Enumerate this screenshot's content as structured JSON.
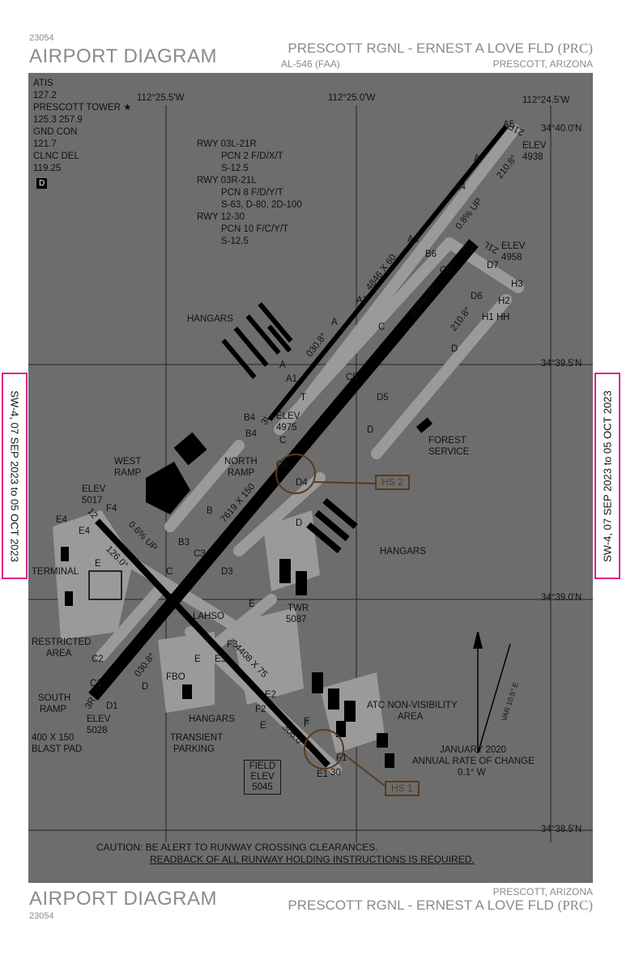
{
  "header": {
    "chart_number": "23054",
    "diagram_title": "AIRPORT DIAGRAM",
    "airport_name": "PRESCOTT RGNL - ERNEST A LOVE FLD",
    "airport_id": "(PRC)",
    "faa_id": "AL-546 (FAA)",
    "city": "PRESCOTT, ARIZONA"
  },
  "footer": {
    "diagram_title": "AIRPORT DIAGRAM",
    "chart_number": "23054",
    "city": "PRESCOTT, ARIZONA",
    "airport_name": "PRESCOTT RGNL - ERNEST A LOVE FLD",
    "airport_id": "(PRC)"
  },
  "validity": {
    "left": "SW-4,  07 SEP 2023  to  05 OCT 2023",
    "right": "SW-4,  07 SEP 2023  to  05 OCT 2023"
  },
  "frequencies": {
    "atis_label": "ATIS",
    "atis": "127.2",
    "tower_label": "PRESCOTT TOWER ★",
    "tower": "125.3  257.9",
    "gnd_label": "GND CON",
    "gnd": "121.7",
    "clnc_label": "CLNC DEL",
    "clnc": "119.25",
    "d_badge": "D"
  },
  "longitudes": [
    "112°25.5'W",
    "112°25.0'W",
    "112°24.5'W"
  ],
  "latitudes": [
    "34°40.0'N",
    "34°39.5'N",
    "34°39.0'N",
    "34°38.5'N"
  ],
  "pcn": {
    "r1": "RWY 03L-21R",
    "r1a": "PCN 2 F/D/X/T",
    "r1b": "S-12.5",
    "r2": "RWY 03R-21L",
    "r2a": "PCN 8 F/D/Y/T",
    "r2b": "S-63, D-80, 2D-100",
    "r3": "RWY 12-30",
    "r3a": "PCN 10 F/C/Y/T",
    "r3b": "S-12.5"
  },
  "runway_labels": {
    "rwy_21r": "21R",
    "rwy_21l": "21L",
    "rwy_3l": "3L",
    "rwy_3r": "3R",
    "rwy_12": "12",
    "rwy_30": "30",
    "dim_03l": "4846 X 60",
    "dim_03r": "7619 X 150",
    "dim_12": "4408 X 75",
    "hdg_030a": "030.8°",
    "hdg_030b": "030.8°",
    "hdg_210a": "210.8°",
    "hdg_210b": "210.8°",
    "hdg_126": "126.0°",
    "hdg_306": "306.0°",
    "slope_08": "0.8% UP",
    "slope_09": "0.9% UP",
    "slope_06": "0.6% UP"
  },
  "elevations": {
    "e21r_label": "ELEV",
    "e21r": "4938",
    "e21l_label": "ELEV",
    "e21l": "4958",
    "e3l_label": "ELEV",
    "e3l": "4975",
    "e12_label": "ELEV",
    "e12": "5017",
    "e3r_label": "ELEV",
    "e3r": "5028",
    "field_label1": "FIELD",
    "field_label2": "ELEV",
    "field": "5045"
  },
  "taxiways": [
    "A5",
    "A",
    "A4",
    "A3",
    "A2",
    "A",
    "A1",
    "T",
    "A",
    "B6",
    "C6",
    "C7",
    "C",
    "C5",
    "C4",
    "C",
    "D7",
    "D6",
    "D",
    "D5",
    "D4",
    "D",
    "H3",
    "H2",
    "H1",
    "H",
    "B4",
    "B4",
    "B",
    "B3",
    "C3",
    "C",
    "D3",
    "LAHSO",
    "E4",
    "E3",
    "E2",
    "E1",
    "F",
    "F1",
    "F2",
    "F3",
    "F4",
    "E",
    "E4",
    "E",
    "C2",
    "C1",
    "D1",
    "D",
    "E",
    "D",
    "F",
    "E",
    "H"
  ],
  "features": {
    "hangars_nw": "HANGARS",
    "hangars_e": "HANGARS",
    "hangars_s": "HANGARS",
    "west_ramp1": "WEST",
    "west_ramp2": "RAMP",
    "north_ramp1": "NORTH",
    "north_ramp2": "RAMP",
    "forest1": "FOREST",
    "forest2": "SERVICE",
    "terminal": "TERMINAL",
    "restricted1": "RESTRICTED",
    "restricted2": "AREA",
    "south_ramp1": "SOUTH",
    "south_ramp2": "RAMP",
    "blast1": "400 X 150",
    "blast2": "BLAST PAD",
    "fbo": "FBO",
    "transient1": "TRANSIENT",
    "transient2": "PARKING",
    "twr": "TWR",
    "twr_elev": "5087",
    "atc1": "ATC NON-VISIBILITY",
    "atc2": "AREA",
    "hs2": "HS 2",
    "hs1": "HS 1",
    "var": "VAR 10.5° E",
    "annual1": "JANUARY 2020",
    "annual2": "ANNUAL RATE OF CHANGE",
    "annual3": "0.1° W"
  },
  "caution": {
    "line1": "CAUTION: BE ALERT TO RUNWAY CROSSING CLEARANCES.",
    "line2": "READBACK OF ALL RUNWAY HOLDING INSTRUCTIONS IS REQUIRED."
  },
  "colors": {
    "chart_bg": "#6d6d6d",
    "border_magenta": "#e0218a",
    "hot_spot": "#5a3a1e"
  }
}
